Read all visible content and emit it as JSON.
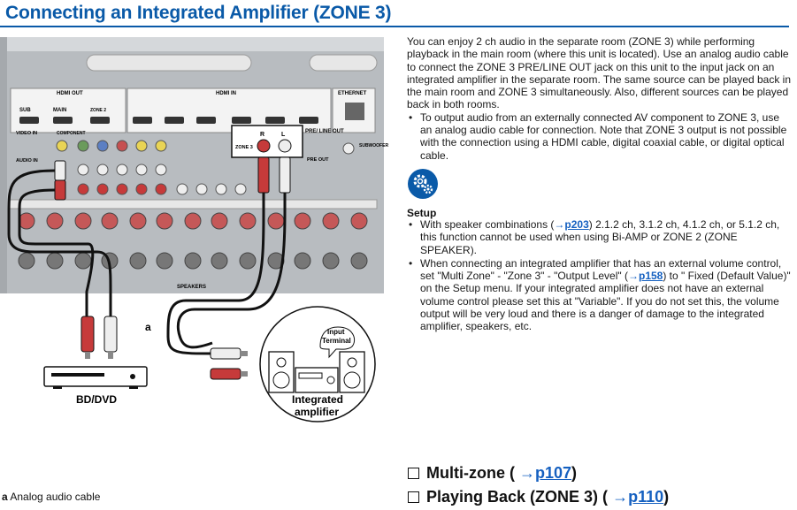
{
  "header": {
    "title": "Connecting an Integrated Amplifier (ZONE 3)"
  },
  "intro": {
    "paragraph": "You can enjoy 2 ch audio in the separate room (ZONE 3) while performing playback in the main room (where this unit is located). Use an analog audio cable to connect the ZONE 3 PRE/LINE OUT jack on this unit to the input jack on an integrated amplifier in the separate room. The same source can be played back in the main room and ZONE 3 simultaneously. Also, different sources can be played back in both rooms.",
    "bullet": "To output audio from an externally connected AV component to ZONE 3, use an analog audio cable for connection. Note that ZONE 3 output is not possible with the connection using a HDMI cable, digital coaxial cable, or digital optical cable."
  },
  "setup": {
    "heading": "Setup",
    "bullet1_pre": "With speaker combinations (",
    "bullet1_arrow": "→",
    "bullet1_link": "p203",
    "bullet1_post": ") 2.1.2 ch, 3.1.2 ch, 4.1.2 ch, or 5.1.2 ch, this function cannot be used when using Bi-AMP or ZONE 2 (ZONE SPEAKER).",
    "bullet2_pre": "When connecting an integrated amplifier that has an external volume control, set \"Multi Zone\" - \"Zone 3\" - \"Output Level\" (",
    "bullet2_arrow": "→",
    "bullet2_link": "p158",
    "bullet2_post": ") to \" Fixed (Default Value)\" on the Setup menu. If your integrated amplifier does not have an external volume control please set this at \"Variable\". If you do not set this, the volume output will be very loud and there is a danger of damage to the integrated amplifier, speakers, etc."
  },
  "diagram": {
    "hdmi_out": "HDMI OUT",
    "hdmi_in": "HDMI IN",
    "ethernet": "ETHERNET",
    "sub": "SUB",
    "main": "MAIN",
    "zone2": "ZONE 2",
    "video_in": "VIDEO IN",
    "component": "COMPONENT",
    "audio_in": "AUDIO IN",
    "zone3": "ZONE 3",
    "pre_line_out": "PRE/ LINE OUT",
    "pre_out": "PRE OUT",
    "subwoofer": "SUBWOOFER",
    "speakers": "SPEAKERS",
    "label_a": "a",
    "bd_dvd": "BD/DVD",
    "input_terminal": "Input Terminal",
    "integrated_amp": "Integrated amplifier",
    "r": "R",
    "l": "L"
  },
  "caption": {
    "letter": "a",
    "text": "Analog audio cable"
  },
  "footer": {
    "link1_label": "Multi-zone (",
    "link1_arrow": "→",
    "link1_page": "p107",
    "link2_label": "Playing Back (ZONE 3) (",
    "link2_arrow": "→",
    "link2_page": "p110",
    "close": ")"
  }
}
